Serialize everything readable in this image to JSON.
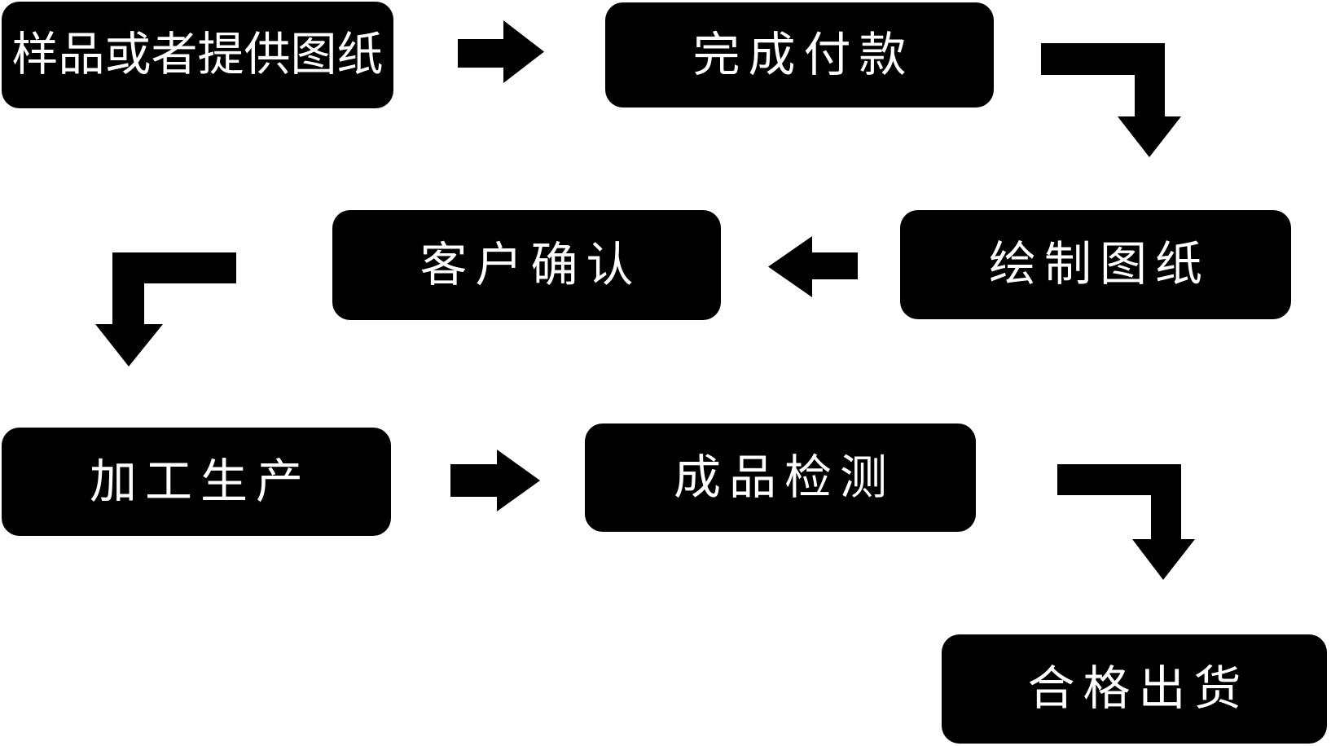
{
  "flowchart": {
    "nodes": [
      {
        "id": "sample-or-drawings",
        "label": "样品或者提供图纸"
      },
      {
        "id": "complete-payment",
        "label": "完成付款"
      },
      {
        "id": "draw-drawings",
        "label": "绘制图纸"
      },
      {
        "id": "customer-confirm",
        "label": "客户确认"
      },
      {
        "id": "processing-production",
        "label": "加工生产"
      },
      {
        "id": "finished-product-inspection",
        "label": "成品检测"
      },
      {
        "id": "qualified-shipment",
        "label": "合格出货"
      }
    ],
    "arrows": [
      {
        "type": "right",
        "from": "样品或者提供图纸",
        "to": "完成付款"
      },
      {
        "type": "elbow-down",
        "from": "完成付款",
        "to": "绘制图纸"
      },
      {
        "type": "left",
        "from": "绘制图纸",
        "to": "客户确认"
      },
      {
        "type": "elbow-down-left",
        "from": "客户确认",
        "to": "加工生产"
      },
      {
        "type": "right",
        "from": "加工生产",
        "to": "成品检测"
      },
      {
        "type": "elbow-down",
        "from": "成品检测",
        "to": "合格出货"
      }
    ],
    "colors": {
      "node_bg": "#000000",
      "node_text": "#ffffff",
      "arrow": "#000000",
      "background": "#ffffff"
    }
  }
}
